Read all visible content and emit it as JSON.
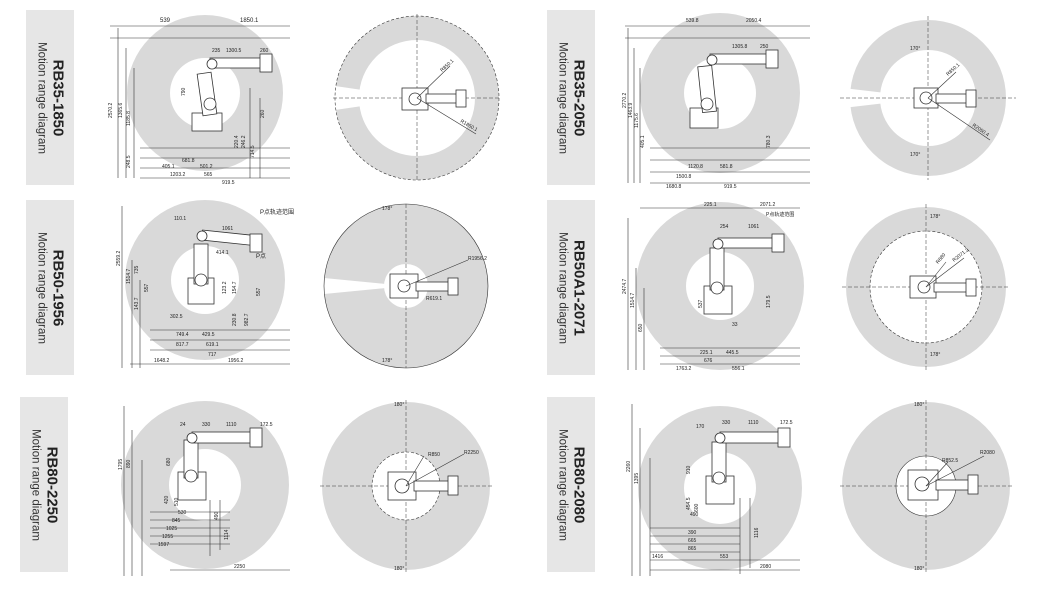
{
  "colors": {
    "range_fill": "#d9d9d9",
    "line": "#333333",
    "label_bg": "#e6e6e6"
  },
  "panels": [
    {
      "model": "RB35-1850",
      "caption": "Motion range diagram",
      "side_dims_top": [
        "539",
        "1850.1",
        "235",
        "1300.5",
        "260"
      ],
      "side_dims_left": [
        "2570.2",
        "1365.6",
        "1185.8",
        "248.5",
        "790"
      ],
      "side_dims_bottom": [
        "681.8",
        "405.1",
        "501.2",
        "1203.2",
        "565",
        "919.5",
        "260",
        "714.5",
        "220.4",
        "246.2"
      ],
      "top_dims": [
        "R850.1",
        "R1850.1"
      ]
    },
    {
      "model": "RB35-2050",
      "caption": "Motion range diagram",
      "side_dims_top": [
        "539.8",
        "2050.4",
        "1305.8",
        "250"
      ],
      "side_dims_left": [
        "2770.2",
        "1463.9",
        "1175.6",
        "405.1"
      ],
      "side_dims_bottom": [
        "1120.8",
        "1500.8",
        "1680.8",
        "919.5",
        "581.8",
        "780.3"
      ],
      "top_dims": [
        "R850.1",
        "R2050.4",
        "170°",
        "170°"
      ]
    },
    {
      "model": "RB50-1956",
      "caption": "Motion range diagram",
      "side_dims_top": [
        "P点轨迹范围",
        "110.1",
        "1061",
        "P点"
      ],
      "side_dims_left": [
        "2559.2",
        "1514.7",
        "735",
        "557",
        "143.7"
      ],
      "side_dims_bottom": [
        "302.5",
        "749.4",
        "429.5",
        "817.7",
        "619.1",
        "717",
        "1648.2",
        "1956.2",
        "414.1",
        "557",
        "230.8",
        "982.7",
        "123.2",
        "154.7"
      ],
      "top_dims": [
        "178°",
        "178°",
        "R1956.2",
        "R619.1"
      ]
    },
    {
      "model": "RB50A1-2071",
      "caption": "Motion range diagram",
      "side_dims_top": [
        "225.1",
        "2071.2",
        "P点轨迹范围",
        "254",
        "1061"
      ],
      "side_dims_left": [
        "2474.7",
        "1514.7",
        "650",
        "537"
      ],
      "side_dims_bottom": [
        "225.1",
        "445.5",
        "676",
        "1763.2",
        "556.1",
        "179.5",
        "33"
      ],
      "top_dims": [
        "178°",
        "178°",
        "R680",
        "R2071.2"
      ]
    },
    {
      "model": "RB80-2250",
      "caption": "Motion range diagram",
      "side_dims_top": [
        "24",
        "330",
        "1110",
        "172.5"
      ],
      "side_dims_left": [
        "1795",
        "890",
        "680",
        "510",
        "420"
      ],
      "side_dims_bottom": [
        "1597",
        "1255",
        "1025",
        "845",
        "530",
        "2250",
        "1114",
        "490"
      ],
      "top_dims": [
        "R2250",
        "R850",
        "180°",
        "180°"
      ]
    },
    {
      "model": "RB80-2080",
      "caption": "Motion range diagram",
      "side_dims_top": [
        "170",
        "330",
        "1110",
        "172.5"
      ],
      "side_dims_left": [
        "2260",
        "1395",
        "910",
        "600",
        "454.5"
      ],
      "side_dims_bottom": [
        "1416",
        "865",
        "665",
        "390",
        "490",
        "553",
        "2080",
        "1116"
      ],
      "top_dims": [
        "R2080",
        "R852.5",
        "180°",
        "180°"
      ]
    }
  ]
}
